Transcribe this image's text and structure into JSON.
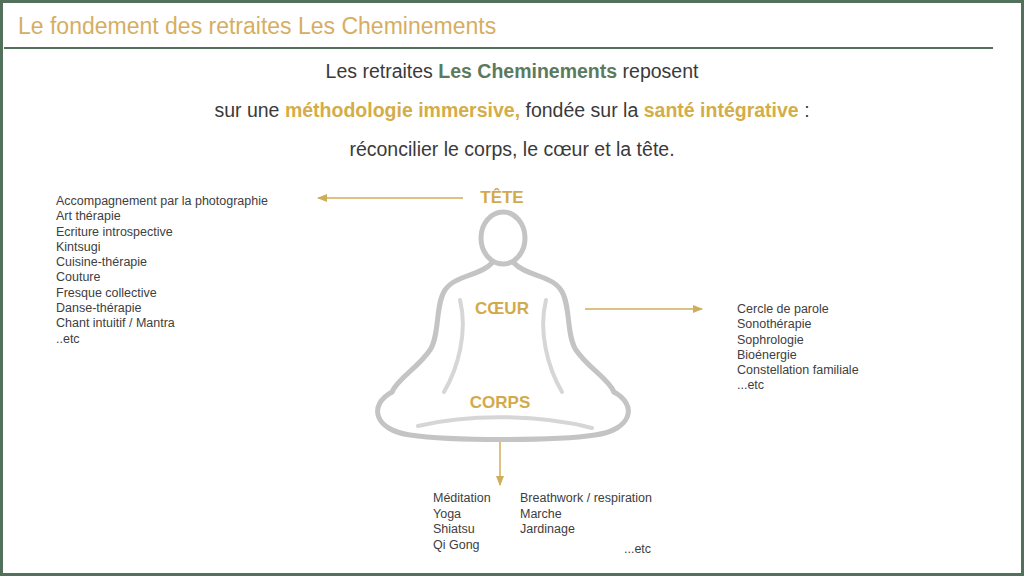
{
  "diagram": {
    "title": "Le fondement des retraites Les Cheminements",
    "nodes": [
      {
        "text": [
          "TÊTE"
        ]
      },
      {
        "text": [
          "Accompagnement par la photographie",
          "Art thérapie",
          "Ecriture introspective",
          "Kintsugi",
          "Cuisine-thérapie",
          "Couture",
          "Fresque collective",
          "Danse-thérapie",
          "Chant intuitif / Mantra",
          "..etc"
        ]
      },
      {
        "text": [
          "CŒUR"
        ]
      },
      {
        "text": [
          "Cercle de parole",
          "Sonothérapie",
          "Sophrologie",
          "Bioénergie",
          "Constellation familiale",
          "...etc"
        ]
      },
      {
        "text": [
          "CORPS"
        ]
      },
      {
        "text": [
          "Méditation",
          "Yoga",
          "Shiatsu",
          "Qi Gong",
          "Breathwork / respiration",
          "Marche",
          "Jardinage",
          "...etc"
        ]
      }
    ],
    "edges": [
      {
        "from": 0,
        "to": 1,
        "arrow": "to"
      },
      {
        "from": 2,
        "to": 3,
        "arrow": "to"
      },
      {
        "from": 4,
        "to": 5,
        "arrow": "to"
      }
    ],
    "labels": [
      "Les retraites",
      "Les Cheminements",
      "reposent",
      "sur une",
      "méthodologie immersive,",
      "fondée sur la",
      "santé intégrative",
      ":",
      "réconcilier le corps, le cœur et la tête."
    ]
  }
}
